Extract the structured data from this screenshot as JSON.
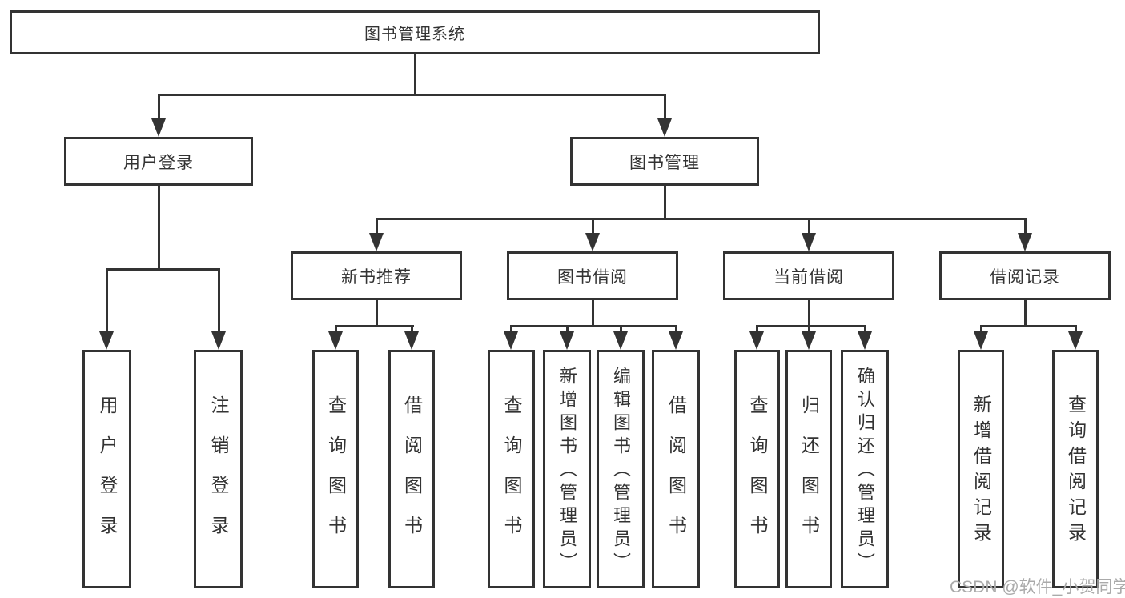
{
  "diagram": {
    "root": {
      "label": "图书管理系统"
    },
    "branches": [
      {
        "label": "用户登录",
        "children": [
          {
            "label": "用户登录"
          },
          {
            "label": "注销登录"
          }
        ]
      },
      {
        "label": "图书管理",
        "children": [
          {
            "label": "新书推荐",
            "children": [
              {
                "label": "查询图书"
              },
              {
                "label": "借阅图书"
              }
            ]
          },
          {
            "label": "图书借阅",
            "children": [
              {
                "label": "查询图书"
              },
              {
                "label": "新增图书（管理员）"
              },
              {
                "label": "编辑图书（管理员）"
              },
              {
                "label": "借阅图书"
              }
            ]
          },
          {
            "label": "当前借阅",
            "children": [
              {
                "label": "查询图书"
              },
              {
                "label": "归还图书"
              },
              {
                "label": "确认归还（管理员）"
              }
            ]
          },
          {
            "label": "借阅记录",
            "children": [
              {
                "label": "新增借阅记录"
              },
              {
                "label": "查询借阅记录"
              }
            ]
          }
        ]
      }
    ]
  },
  "watermark": {
    "text": "CSDN @软件_小贺同学"
  },
  "colors": {
    "line": "#333333",
    "text": "#333333",
    "watermark": "#aaaaaa",
    "background": "#ffffff"
  }
}
